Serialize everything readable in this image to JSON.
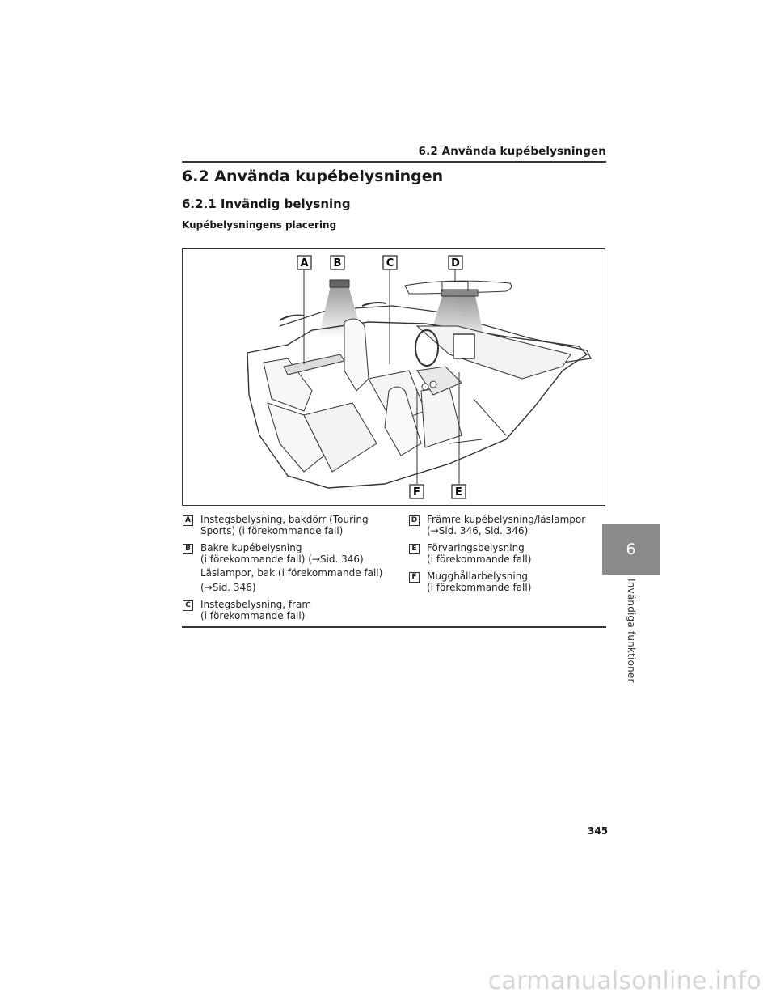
{
  "header": {
    "running_title": "6.2 Använda kupébelysningen"
  },
  "section": {
    "title": "6.2 Använda kupébelysningen",
    "subtitle": "6.2.1 Invändig belysning",
    "figure_caption": "Kupébelysningens placering"
  },
  "figure": {
    "callouts": [
      "A",
      "B",
      "C",
      "D",
      "E",
      "F"
    ]
  },
  "legend": {
    "left": [
      {
        "key": "A",
        "lines": [
          "Instegsbelysning, bakdörr (Touring",
          "Sports) (i förekommande fall)"
        ]
      },
      {
        "key": "B",
        "lines": [
          "Bakre kupébelysning",
          "(i förekommande fall) (→Sid. 346)",
          "Läslampor, bak (i förekommande fall)",
          "(→Sid. 346)"
        ]
      },
      {
        "key": "C",
        "lines": [
          "Instegsbelysning, fram",
          "(i förekommande fall)"
        ]
      }
    ],
    "right": [
      {
        "key": "D",
        "lines": [
          "Främre kupébelysning/läslampor",
          "(→Sid. 346, Sid. 346)"
        ]
      },
      {
        "key": "E",
        "lines": [
          "Förvaringsbelysning",
          "(i förekommande fall)"
        ]
      },
      {
        "key": "F",
        "lines": [
          "Mugghållarbelysning",
          "(i förekommande fall)"
        ]
      }
    ]
  },
  "chapter": {
    "number": "6",
    "label": "Invändiga funktioner"
  },
  "page_number": "345",
  "watermark": "carmanualsonline.info",
  "colors": {
    "tab": "#8a8a8a",
    "rule": "#333333",
    "light_beam": "#b0b0b0"
  }
}
